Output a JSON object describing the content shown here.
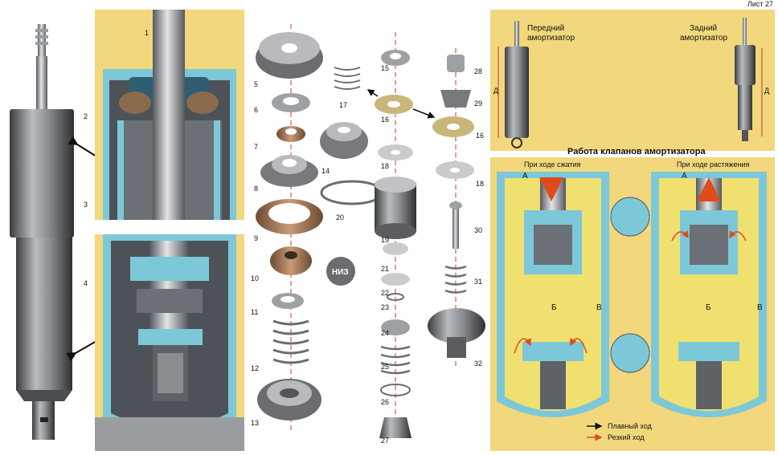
{
  "colors": {
    "panel_yellow": "#f2d77c",
    "oil_yellow": "#f0e070",
    "cut_blue": "#7cc8d8",
    "metal": "#8a8d90",
    "dark": "#2b2b2b",
    "arrow_red": "#e04a1c",
    "arrow_black": "#111111"
  },
  "header": {
    "corner_text": "Лист 27"
  },
  "parts": {
    "numbers": [
      "1",
      "2",
      "3",
      "4",
      "5",
      "6",
      "7",
      "8",
      "9",
      "10",
      "11",
      "12",
      "13",
      "14",
      "15",
      "16",
      "16",
      "17",
      "18",
      "18",
      "19",
      "20",
      "21",
      "22",
      "23",
      "24",
      "25",
      "26",
      "27",
      "28",
      "29",
      "30",
      "31",
      "32"
    ],
    "badge": "НИЗ"
  },
  "types_panel": {
    "front_label_line1": "Передний",
    "front_label_line2": "амортизатор",
    "rear_label_line1": "Задний",
    "rear_label_line2": "амортизатор",
    "dim_label": "Д"
  },
  "valves_panel": {
    "title": "Работа клапанов амортизатора",
    "left_caption": "При ходе сжатия",
    "right_caption": "При ходе растяжения",
    "chamber_a": "А",
    "chamber_b": "Б",
    "chamber_v": "В",
    "legend": [
      {
        "label": "Плавный ход",
        "color": "#111111"
      },
      {
        "label": "Резкий ход",
        "color": "#e04a1c"
      }
    ]
  }
}
